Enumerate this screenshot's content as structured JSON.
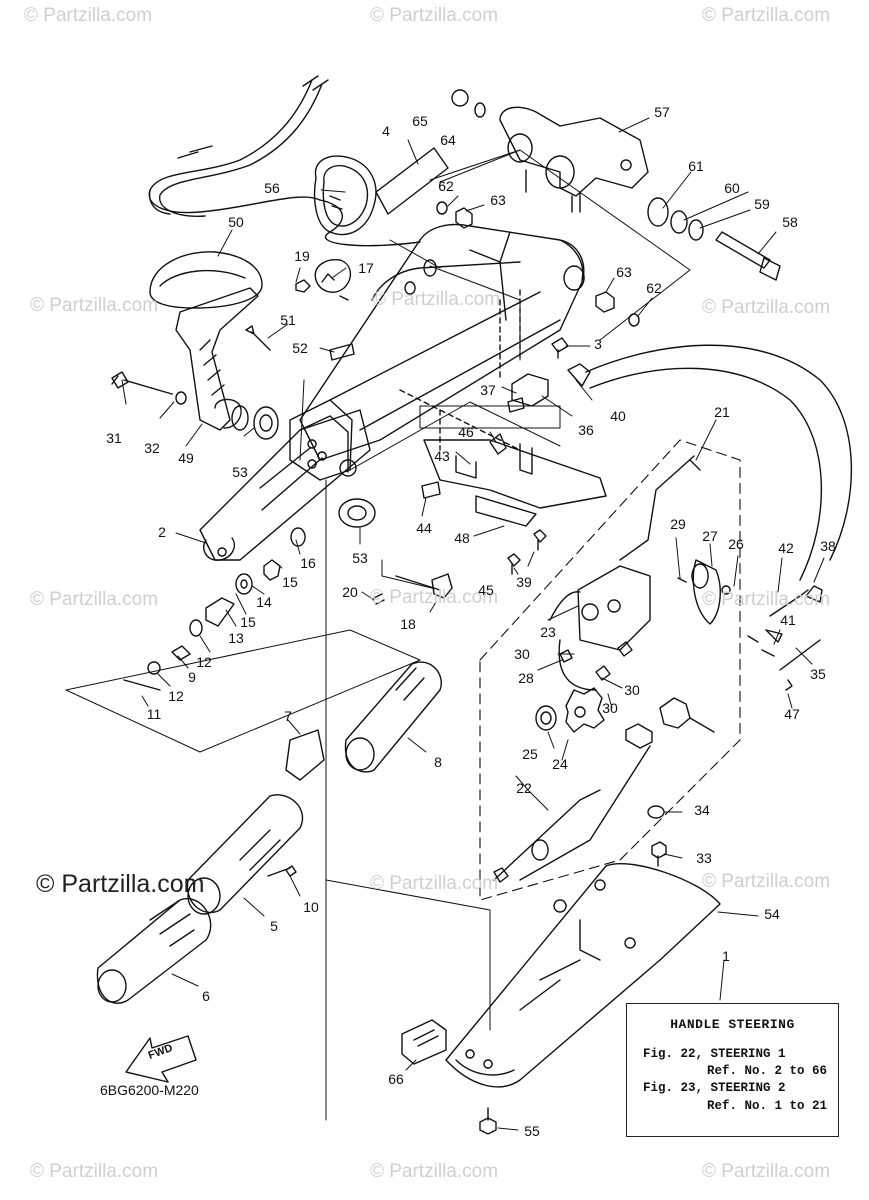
{
  "watermark": {
    "text": "© Partzilla.com",
    "brand_text": "© Partzilla.com"
  },
  "diagram_code": "6BG6200-M220",
  "fwd_label": "FWD",
  "info_box": {
    "title": "HANDLE STEERING",
    "lines": [
      "Fig. 22, STEERING 1",
      "Ref. No. 2 to 66",
      "Fig. 23, STEERING 2",
      "Ref. No. 1 to 21"
    ]
  },
  "callouts": {
    "n1": "1",
    "n2": "2",
    "n3": "3",
    "n4": "4",
    "n5": "5",
    "n6": "6",
    "n7": "7",
    "n8": "8",
    "n9": "9",
    "n10": "10",
    "n11": "11",
    "n12a": "12",
    "n12b": "12",
    "n13": "13",
    "n14": "14",
    "n15a": "15",
    "n15b": "15",
    "n16": "16",
    "n17": "17",
    "n18": "18",
    "n19": "19",
    "n20": "20",
    "n21": "21",
    "n22": "22",
    "n23": "23",
    "n24": "24",
    "n25": "25",
    "n26": "26",
    "n27": "27",
    "n28": "28",
    "n29": "29",
    "n30a": "30",
    "n30b": "30",
    "n30c": "30",
    "n31": "31",
    "n32": "32",
    "n33": "33",
    "n34": "34",
    "n35": "35",
    "n36": "36",
    "n37": "37",
    "n38": "38",
    "n39": "39",
    "n40": "40",
    "n41": "41",
    "n42": "42",
    "n43": "43",
    "n44": "44",
    "n45": "45",
    "n46": "46",
    "n47": "47",
    "n48": "48",
    "n49": "49",
    "n50": "50",
    "n51": "51",
    "n52": "52",
    "n53a": "53",
    "n53b": "53",
    "n54": "54",
    "n55": "55",
    "n56": "56",
    "n57": "57",
    "n58": "58",
    "n59": "59",
    "n60": "60",
    "n61": "61",
    "n62a": "62",
    "n62b": "62",
    "n63a": "63",
    "n63b": "63",
    "n64": "64",
    "n65": "65",
    "n66": "66"
  }
}
